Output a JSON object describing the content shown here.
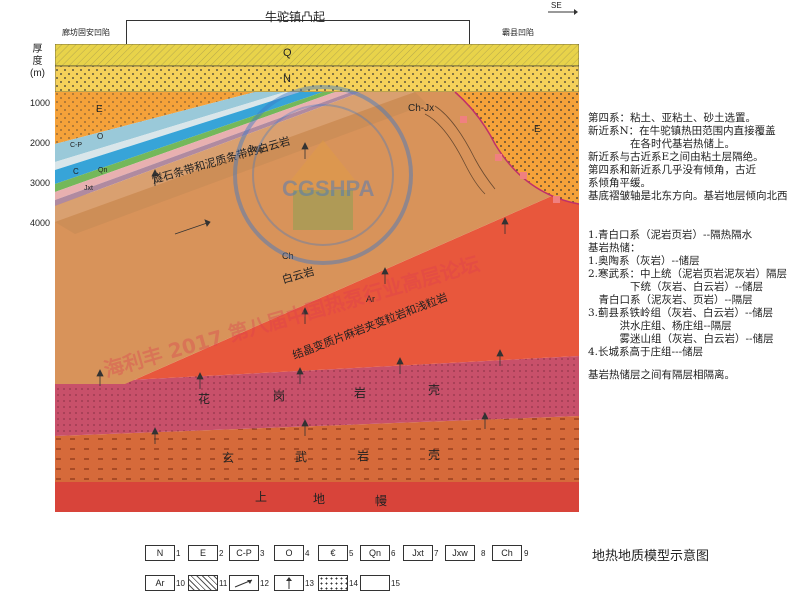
{
  "header": {
    "title": "牛驼镇凸起",
    "left_basin": "廊坊固安凹陷",
    "right_basin": "霸县凹陷",
    "direction": "SE"
  },
  "axis": {
    "label_line1": "厚",
    "label_line2": "度",
    "unit": "(m)",
    "ticks": [
      "1000",
      "2000",
      "3000",
      "4000"
    ]
  },
  "layers": {
    "Q": "Q",
    "N": "N",
    "E_left": "E",
    "E_right": "E",
    "O": "O",
    "CP": "C-P",
    "C": "C",
    "Qn": "Qn",
    "Jxt": "Jxt",
    "Jxw": "Jxw",
    "ChJx": "Ch-Jx",
    "Ch": "Ch",
    "Ar": "Ar",
    "dolomite_band": "燧石条带和泥质条带的白云岩",
    "dolomite": "白云岩",
    "metamorphic": "结晶变质片麻岩夹变粒岩和浅粒岩",
    "granite": [
      "花",
      "岗",
      "岩",
      "壳"
    ],
    "basalt": [
      "玄",
      "武",
      "岩",
      "壳"
    ],
    "mantle": [
      "上",
      "地",
      "幔"
    ]
  },
  "notes": [
    "第四系：粘土、亚粘土、砂土选置。",
    "新近系N：在牛驼镇热田范围内直接覆盖",
    "　　　　在各时代基岩热储上。",
    "新近系与古近系E之间由粘土层隔绝。",
    "第四系和新近系几乎没有倾角，古近",
    "系倾角平缓。",
    "基底褶皱轴是北东方向。基岩地层倾向北西",
    "",
    "1.青白口系（泥岩页岩）--隔热隔水",
    "基岩热储：",
    "1.奥陶系（灰岩）--储层",
    "2.寒武系：中上统（泥岩页岩泥灰岩）隔层",
    "　　　　下统（灰岩、白云岩）--储层",
    "　青白口系（泥灰岩、页岩）--隔层",
    "3.蓟县系铁岭组（灰岩、白云岩）--储层",
    "　　　洪水庄组、杨庄组--隔层",
    "　　　雾迷山组（灰岩、白云岩）--储层",
    "4.长城系高于庄组---储层",
    "",
    "基岩热储层之间有隔层相隔离。"
  ],
  "legend": [
    {
      "label": "N",
      "num": "1"
    },
    {
      "label": "E",
      "num": "2"
    },
    {
      "label": "C-P",
      "num": "3"
    },
    {
      "label": "O",
      "num": "4"
    },
    {
      "label": "€",
      "num": "5"
    },
    {
      "label": "Qn",
      "num": "6"
    },
    {
      "label": "Jxt",
      "num": "7"
    },
    {
      "label": "Jxw",
      "num": "8"
    },
    {
      "label": "Ch",
      "num": "9"
    },
    {
      "label": "Ar",
      "num": "10"
    },
    {
      "label": "",
      "num": "11"
    },
    {
      "label": "",
      "num": "12"
    },
    {
      "label": "",
      "num": "13"
    },
    {
      "label": "",
      "num": "14"
    },
    {
      "label": "",
      "num": "15"
    }
  ],
  "caption": "地热地质模型示意图",
  "watermarks": {
    "stamp_text": "CGSHPA",
    "red_1": "海利丰 2017 第八届中国热泵行业高层论坛"
  },
  "colors": {
    "Q": "#e8d34a",
    "N": "#f5d15a",
    "E": "#f5a23a",
    "dolomite_band": "#d8935a",
    "metamorphic": "#e8573c",
    "granite": "#c8506a",
    "basalt": "#d66a3a",
    "mantle": "#d8443a"
  }
}
